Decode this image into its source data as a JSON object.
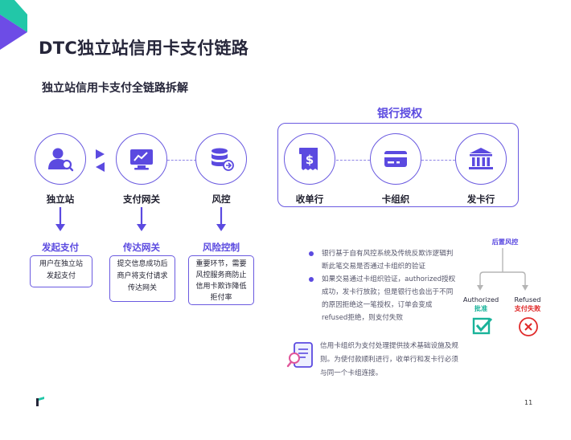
{
  "page": {
    "title": "DTC独立站信用卡支付链路",
    "subtitle": "独立站信用卡支付全链路拆解",
    "page_number": "11"
  },
  "bank_group": {
    "label": "银行授权"
  },
  "nodes": [
    {
      "label": "独立站",
      "icon": "user-search-icon"
    },
    {
      "label": "支付网关",
      "icon": "monitor-chart-icon"
    },
    {
      "label": "风控",
      "icon": "database-icon"
    },
    {
      "label": "收单行",
      "icon": "receipt-dollar-icon"
    },
    {
      "label": "卡组织",
      "icon": "credit-card-icon"
    },
    {
      "label": "发卡行",
      "icon": "bank-icon"
    }
  ],
  "steps": [
    {
      "title": "发起支付",
      "lines": [
        "用户在独立站",
        "发起支付"
      ]
    },
    {
      "title": "传达网关",
      "lines": [
        "提交信息成功后",
        "商户将支付请求",
        "传达网关"
      ]
    },
    {
      "title": "风险控制",
      "lines": [
        "重要环节，需要",
        "风控服务商防止",
        "信用卡欺诈降低",
        "拒付率"
      ]
    }
  ],
  "bullets": [
    "银行基于自有风控系统及传统反欺诈逻辑判断此笔交易是否通过卡组织的验证",
    "如果交易通过卡组织验证，authorized授权成功，发卡行放款；但是银行也会出于不同的原因拒绝这一笔授权，订单会变成refused拒绝，则支付失败"
  ],
  "note": {
    "text": "信用卡组织为支付处理提供技术基础设施及规则。为使付款顺利进行，收单行和发卡行必须与同一个卡组连接。",
    "icon": "document-search-icon"
  },
  "post_risk": {
    "title": "后置风控",
    "authorized": {
      "en": "Authorized",
      "zh": "批准",
      "icon": "check-box-icon"
    },
    "refused": {
      "en": "Refused",
      "zh": "支付失败",
      "icon": "x-circle-icon"
    }
  },
  "colors": {
    "accent": "#5b4ae0",
    "teal": "#19b39a",
    "red": "#e02a2a",
    "corner_green": "#20c9a6",
    "corner_purple": "#5b3fe0"
  }
}
